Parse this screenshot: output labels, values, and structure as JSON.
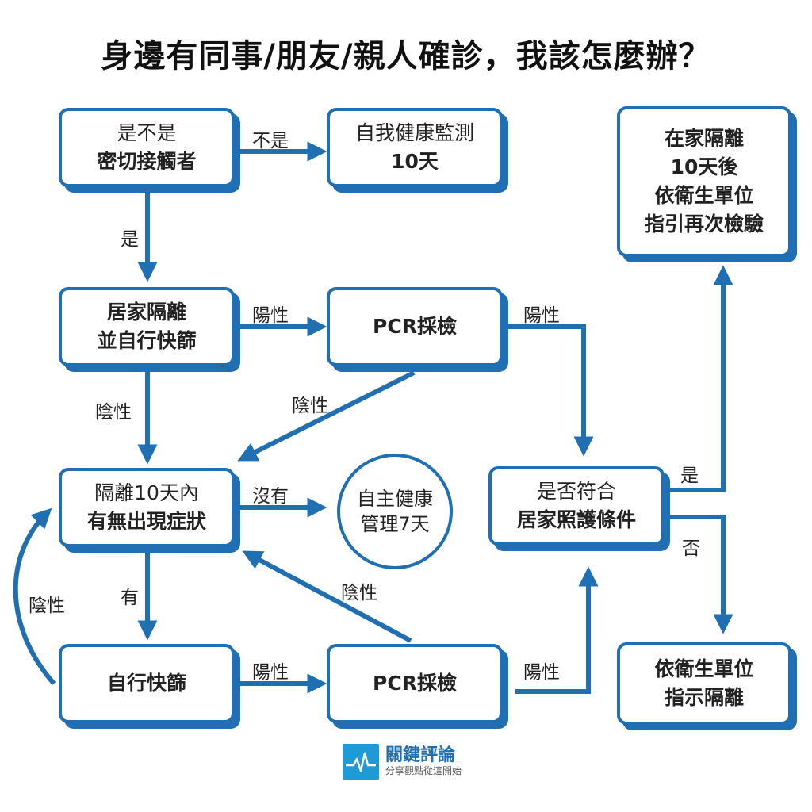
{
  "title": "身邊有同事/朋友/親人確診，我該怎麼辦？",
  "nodes": {
    "close_contact_q": [
      "是不是",
      "密切接觸者"
    ],
    "self_monitor": [
      "自我健康監測",
      "10天"
    ],
    "home_quarantine": [
      "居家隔離",
      "並自行快篩"
    ],
    "pcr_top": [
      "PCR採檢"
    ],
    "symptom_q": [
      "隔離10天內",
      "有無出現症狀"
    ],
    "self_health_mgmt": [
      "自主健康",
      "管理7天"
    ],
    "self_rapid_test": [
      "自行快篩"
    ],
    "pcr_bottom": [
      "PCR採檢"
    ],
    "home_care_q": [
      "是否符合",
      "居家照護條件"
    ],
    "home_isolation_retest": [
      "在家隔離",
      "10天後",
      "依衛生單位",
      "指引再次檢驗"
    ],
    "health_unit_isolation": [
      "依衛生單位",
      "指示隔離"
    ]
  },
  "edge_labels": {
    "not_contact": "不是",
    "is_contact": "是",
    "positive_to_pcr_top": "陽性",
    "pcr_top_positive": "陽性",
    "home_negative": "陰性",
    "pcr_top_negative": "陰性",
    "no_symptoms": "沒有",
    "has_symptoms": "有",
    "rapid_negative": "陰性",
    "rapid_positive": "陽性",
    "pcr_bottom_negative": "陰性",
    "pcr_bottom_positive": "陽性",
    "care_yes": "是",
    "care_no": "否"
  },
  "logo": {
    "name": "關鍵評論",
    "slogan": "分享觀點從這開始"
  },
  "colors": {
    "primary": "#1f6fb2",
    "logo_accent": "#1d9bd6"
  }
}
